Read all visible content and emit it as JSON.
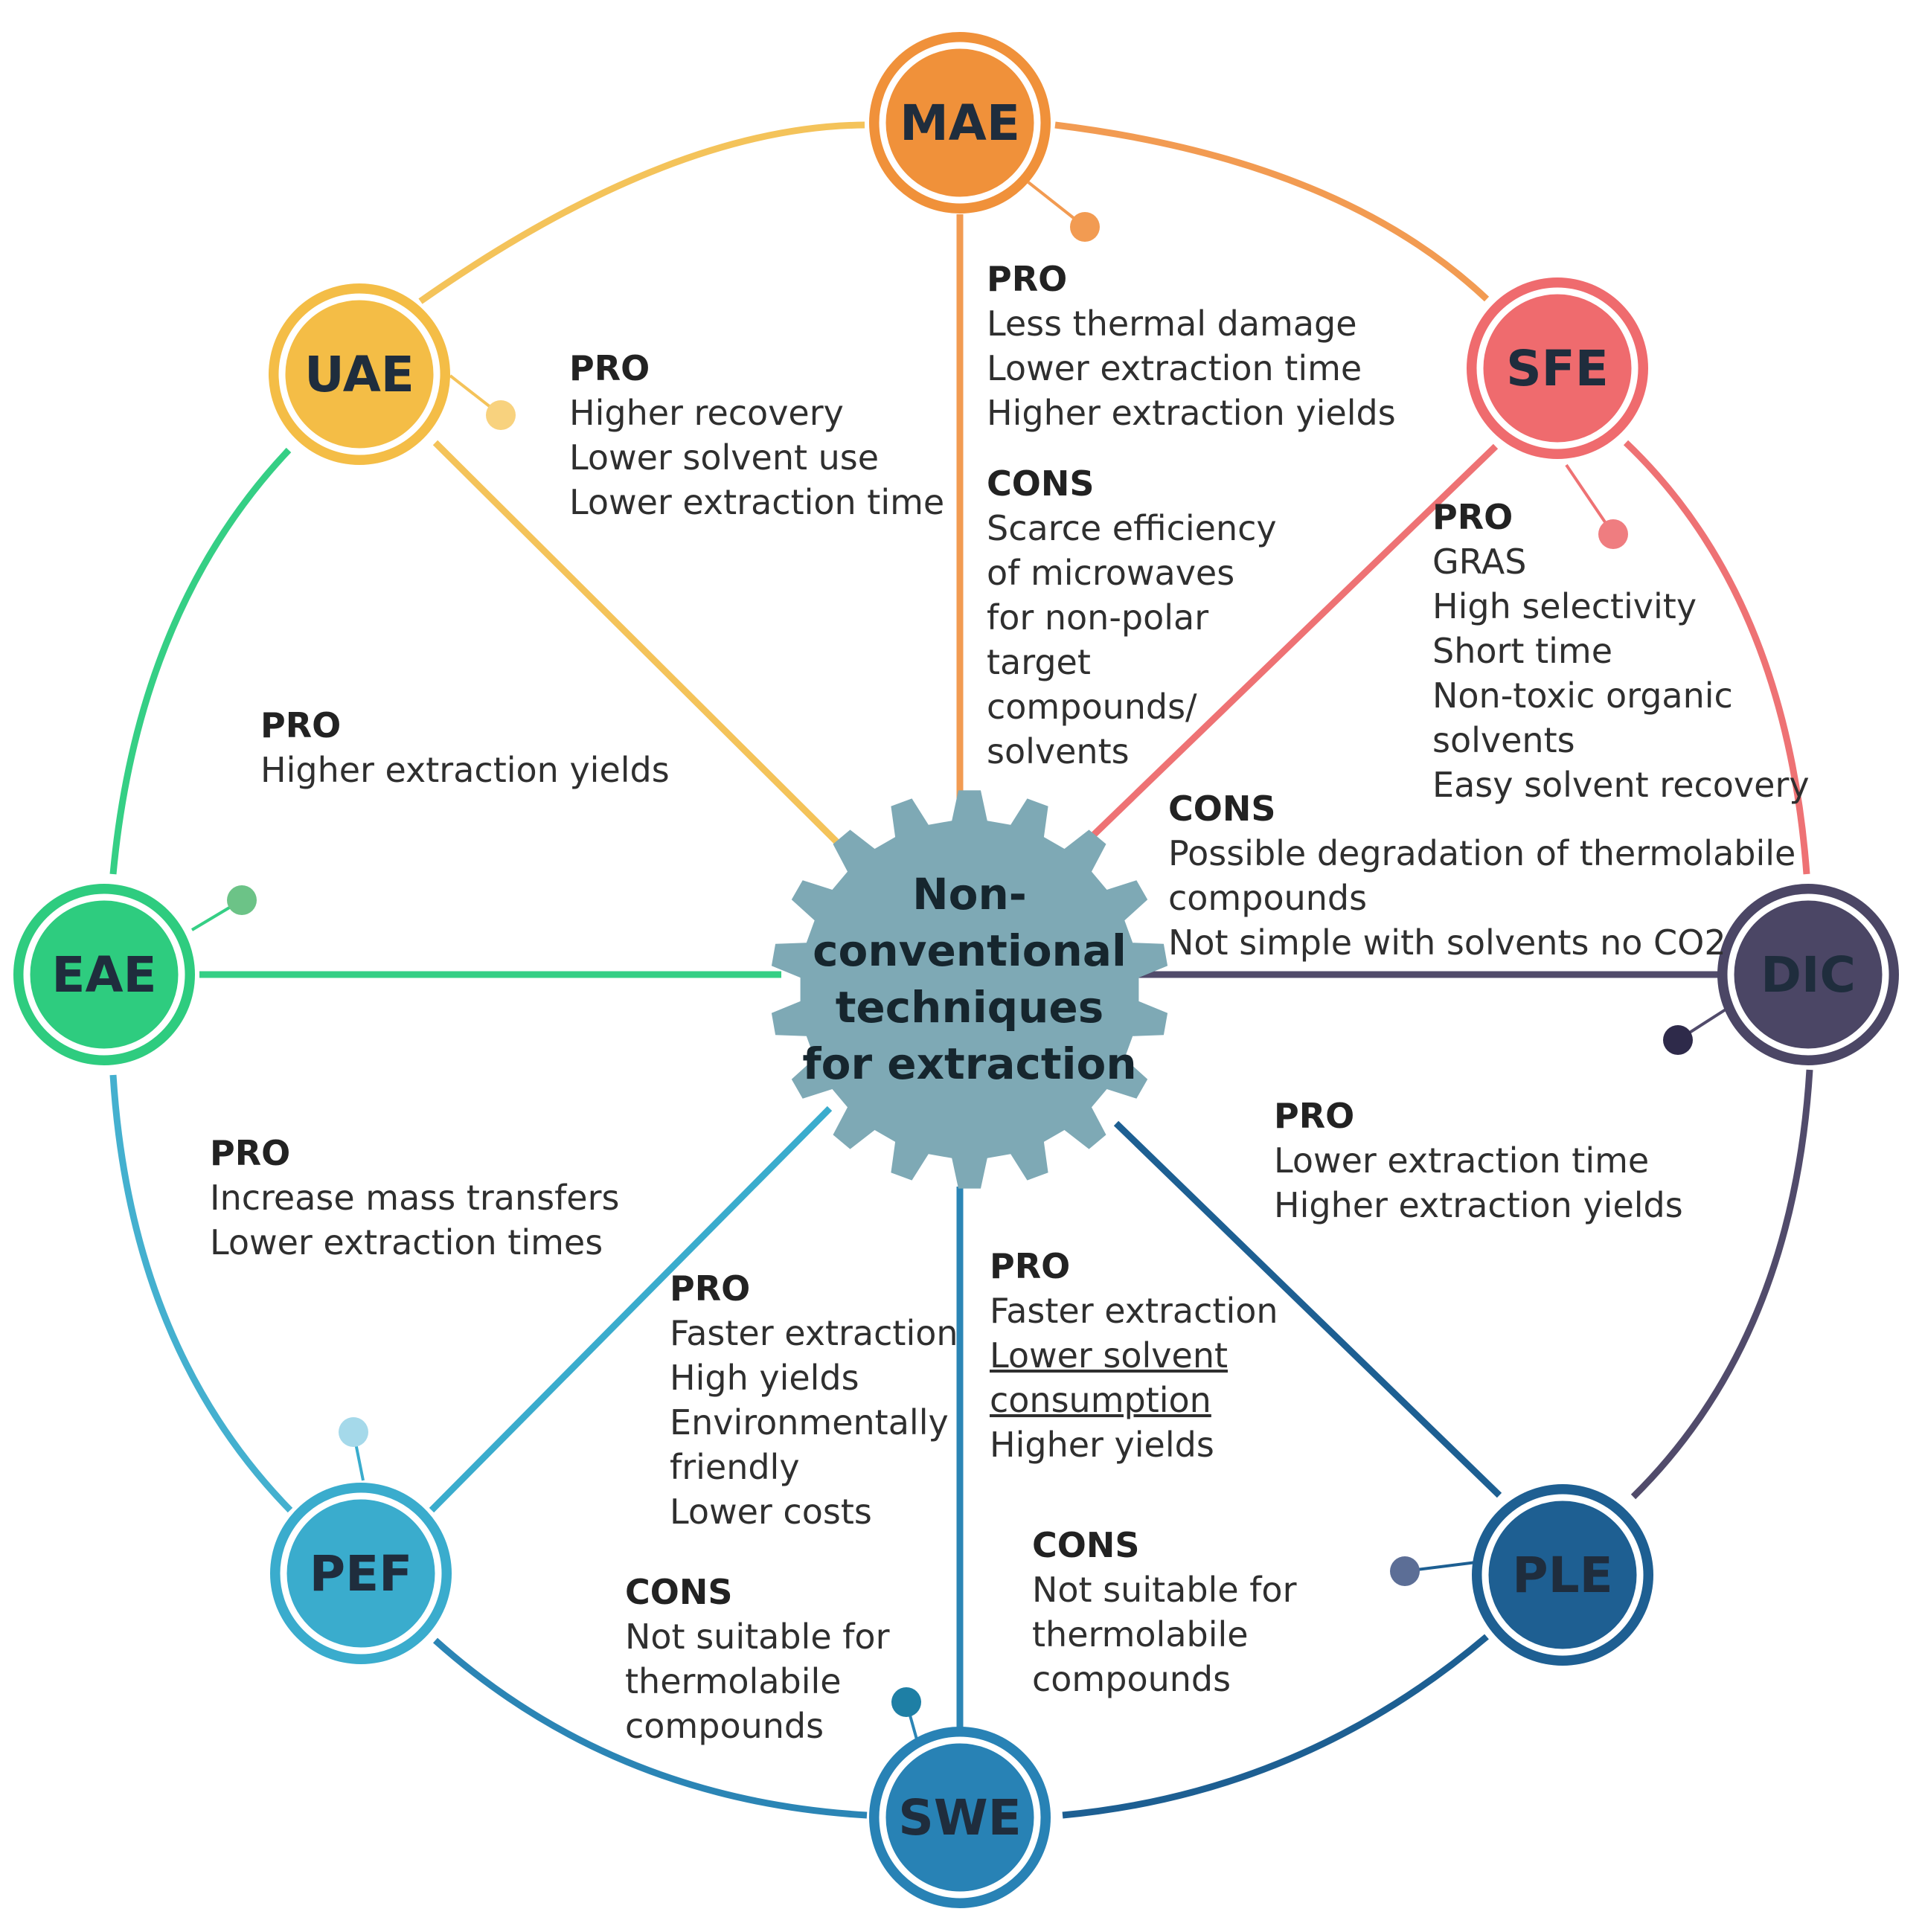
{
  "center": {
    "lines": [
      "Non-",
      "conventional",
      "techniques",
      "for extraction"
    ],
    "color": "#7ea9b5"
  },
  "nodes": {
    "mae": {
      "label": "MAE",
      "color": "#f0913a"
    },
    "sfe": {
      "label": "SFE",
      "color": "#ef6b6e"
    },
    "dic": {
      "label": "DIC",
      "color": "#4b4665"
    },
    "ple": {
      "label": "PLE",
      "color": "#1e5f92"
    },
    "swe": {
      "label": "SWE",
      "color": "#2882b5"
    },
    "pef": {
      "label": "PEF",
      "color": "#3aaccd"
    },
    "eae": {
      "label": "EAE",
      "color": "#2ecc7f"
    },
    "uae": {
      "label": "UAE",
      "color": "#f4bd46"
    }
  },
  "blocks": {
    "mae_pro": {
      "heading": "PRO",
      "lines": [
        "Less thermal damage",
        "Lower extraction time",
        "Higher extraction yields"
      ]
    },
    "mae_cons": {
      "heading": "CONS",
      "lines": [
        "Scarce efficiency",
        "of microwaves",
        "for non-polar",
        "target",
        "compounds/",
        "solvents"
      ]
    },
    "uae_pro": {
      "heading": "PRO",
      "lines": [
        "Higher recovery",
        "Lower solvent use",
        "Lower extraction time"
      ]
    },
    "eae_pro": {
      "heading": "PRO",
      "lines": [
        "Higher extraction yields"
      ]
    },
    "sfe_pro": {
      "heading": "PRO",
      "lines": [
        "GRAS",
        "High selectivity",
        "Short time",
        "Non-toxic organic",
        "solvents",
        "Easy solvent recovery"
      ]
    },
    "sfe_cons": {
      "heading": "CONS",
      "lines": [
        "Possible degradation of thermolabile",
        "compounds",
        "Not simple with solvents no CO2"
      ]
    },
    "dic_pro": {
      "heading": "PRO",
      "lines": [
        "Lower extraction time",
        "Higher extraction yields"
      ]
    },
    "pef_pro": {
      "heading": "PRO",
      "lines": [
        "Increase mass transfers",
        "Lower extraction times"
      ]
    },
    "swe_pro": {
      "heading": "PRO",
      "lines": [
        "Faster extraction",
        "High yields",
        "Environmentally",
        "friendly",
        "Lower costs"
      ]
    },
    "swe_cons": {
      "heading": "CONS",
      "lines": [
        "Not suitable for",
        "thermolabile",
        "compounds"
      ]
    },
    "ple_pro": {
      "heading": "PRO",
      "lines": [
        "Faster extraction",
        "Lower solvent ",
        "consumption",
        "Higher yields"
      ]
    },
    "ple_cons": {
      "heading": "CONS",
      "lines": [
        "Not suitable for",
        "thermolabile",
        "compounds"
      ]
    }
  }
}
